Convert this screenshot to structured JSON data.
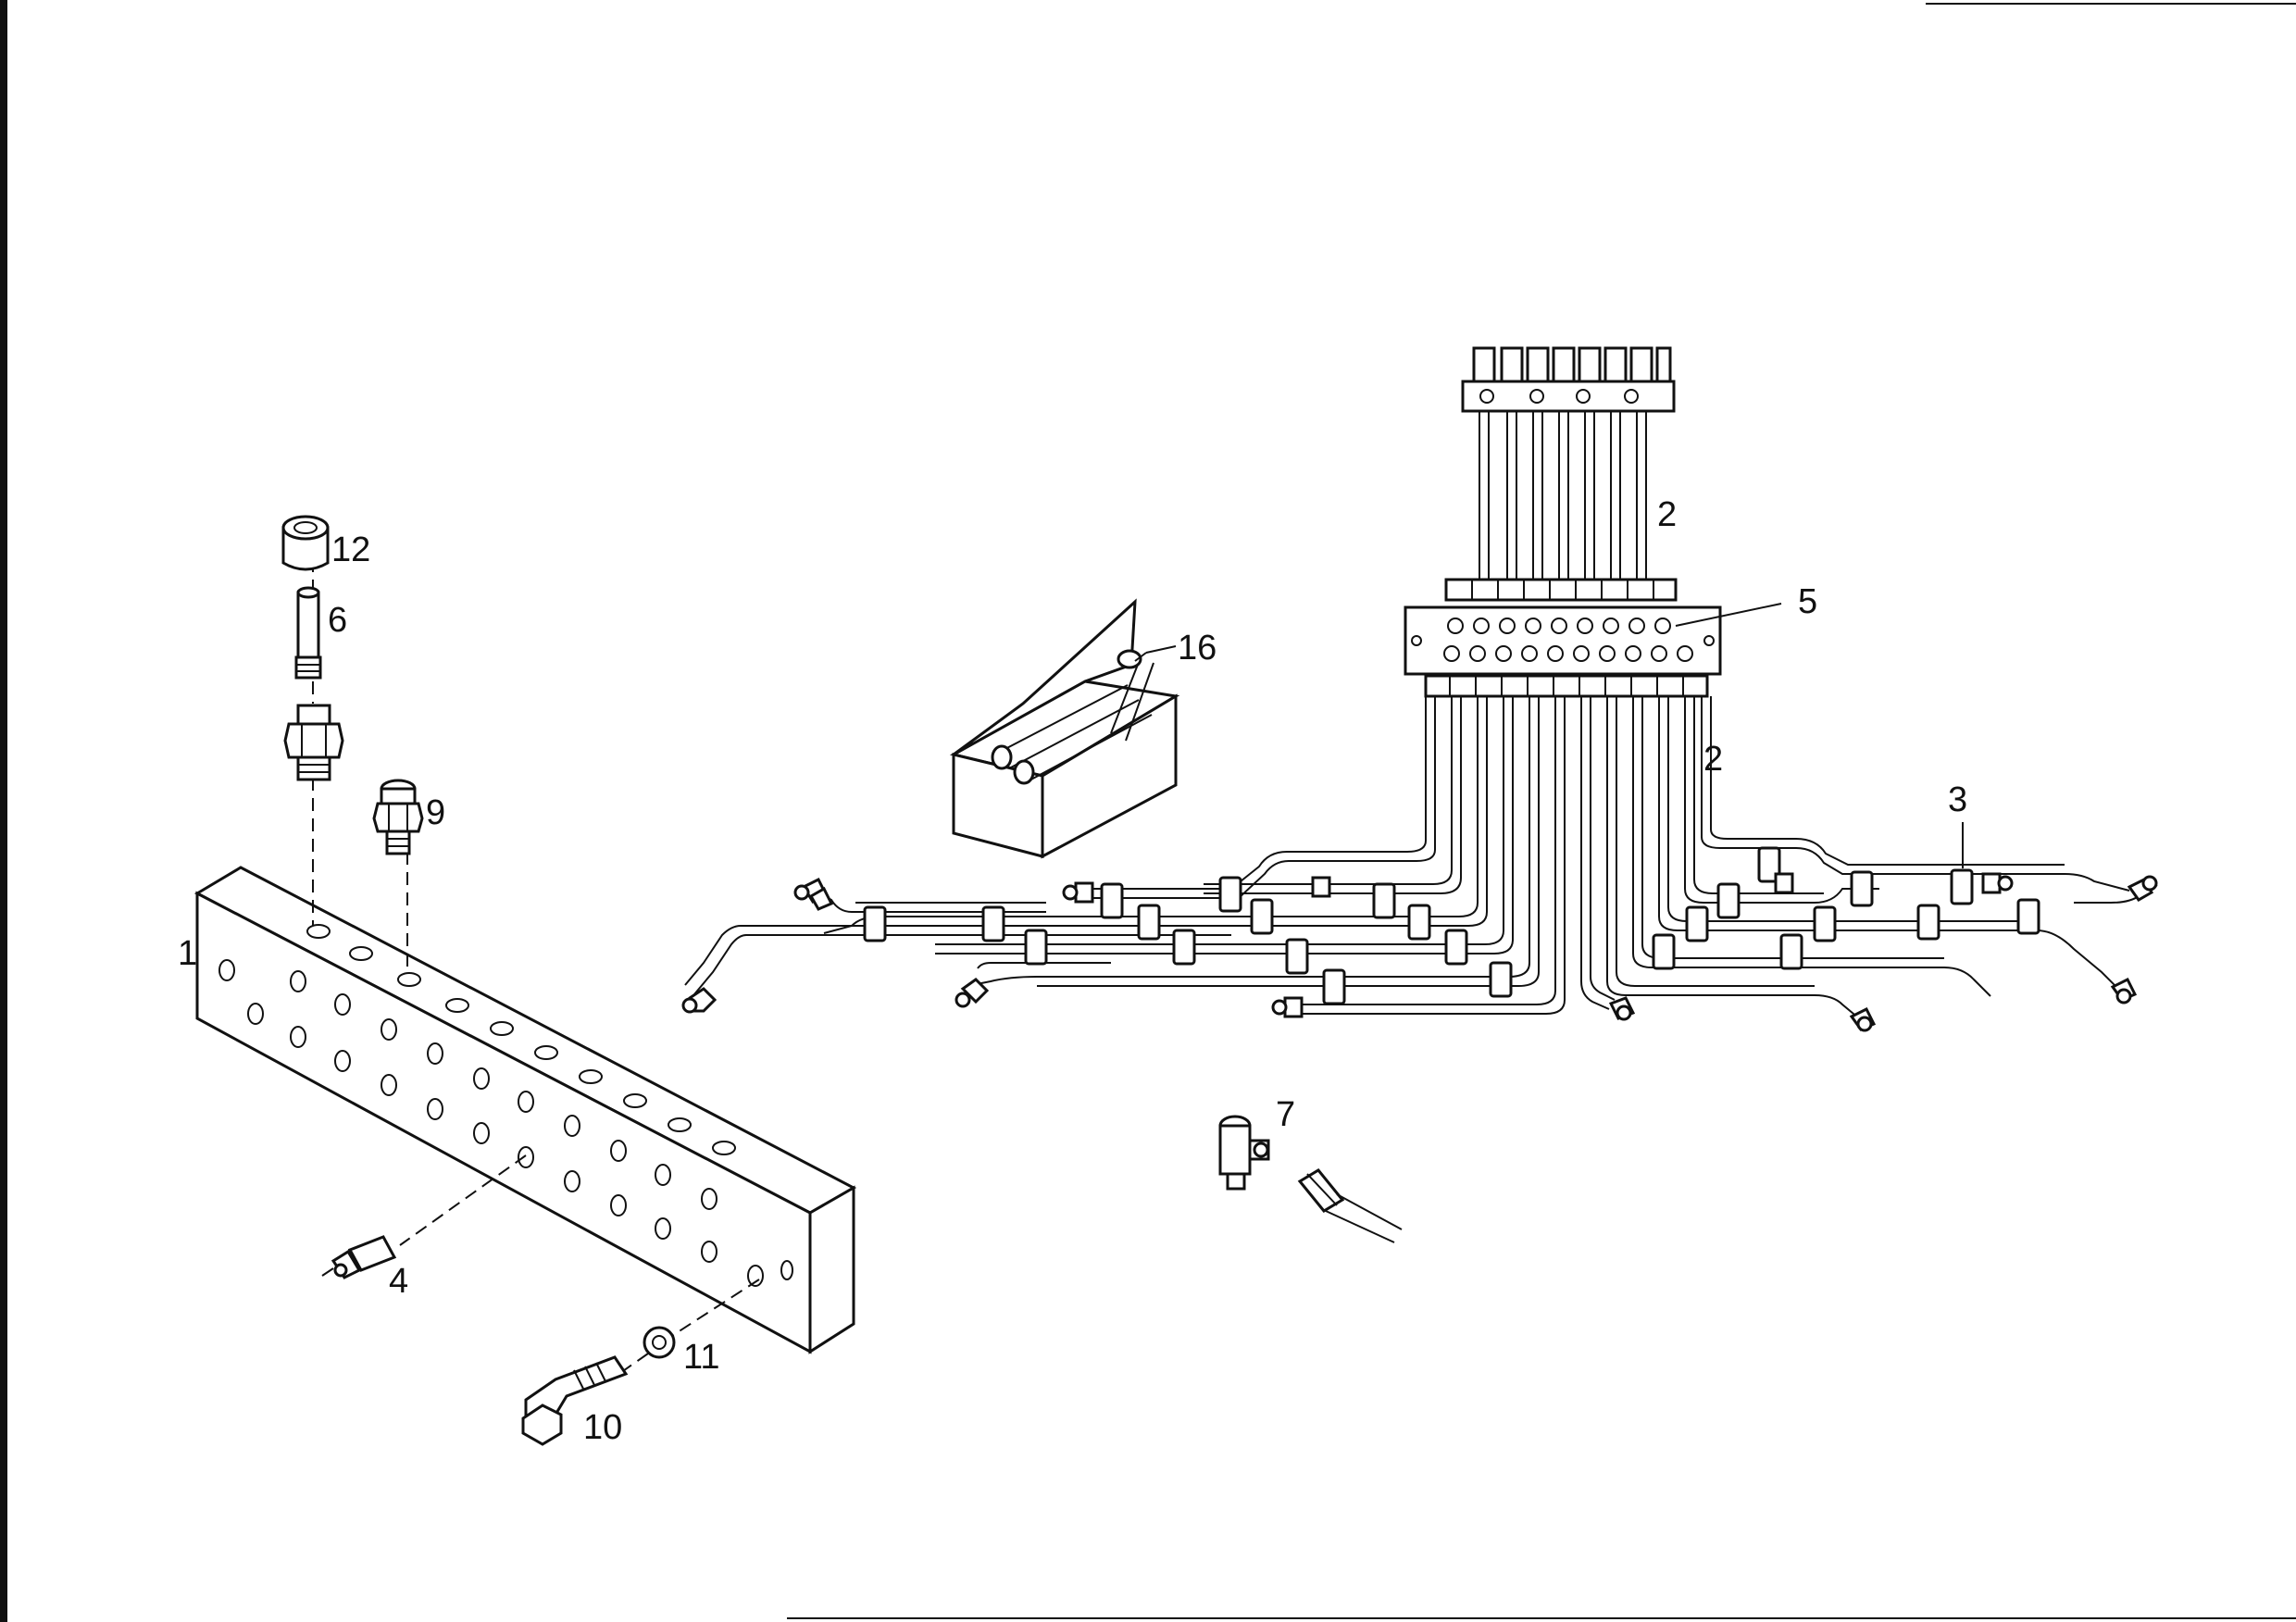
{
  "callouts": {
    "c1": "1",
    "c2a": "2",
    "c2b": "2",
    "c3": "3",
    "c4": "4",
    "c5": "5",
    "c6": "6",
    "c7": "7",
    "c9": "9",
    "c10": "10",
    "c11": "11",
    "c12": "12",
    "c16": "16"
  }
}
